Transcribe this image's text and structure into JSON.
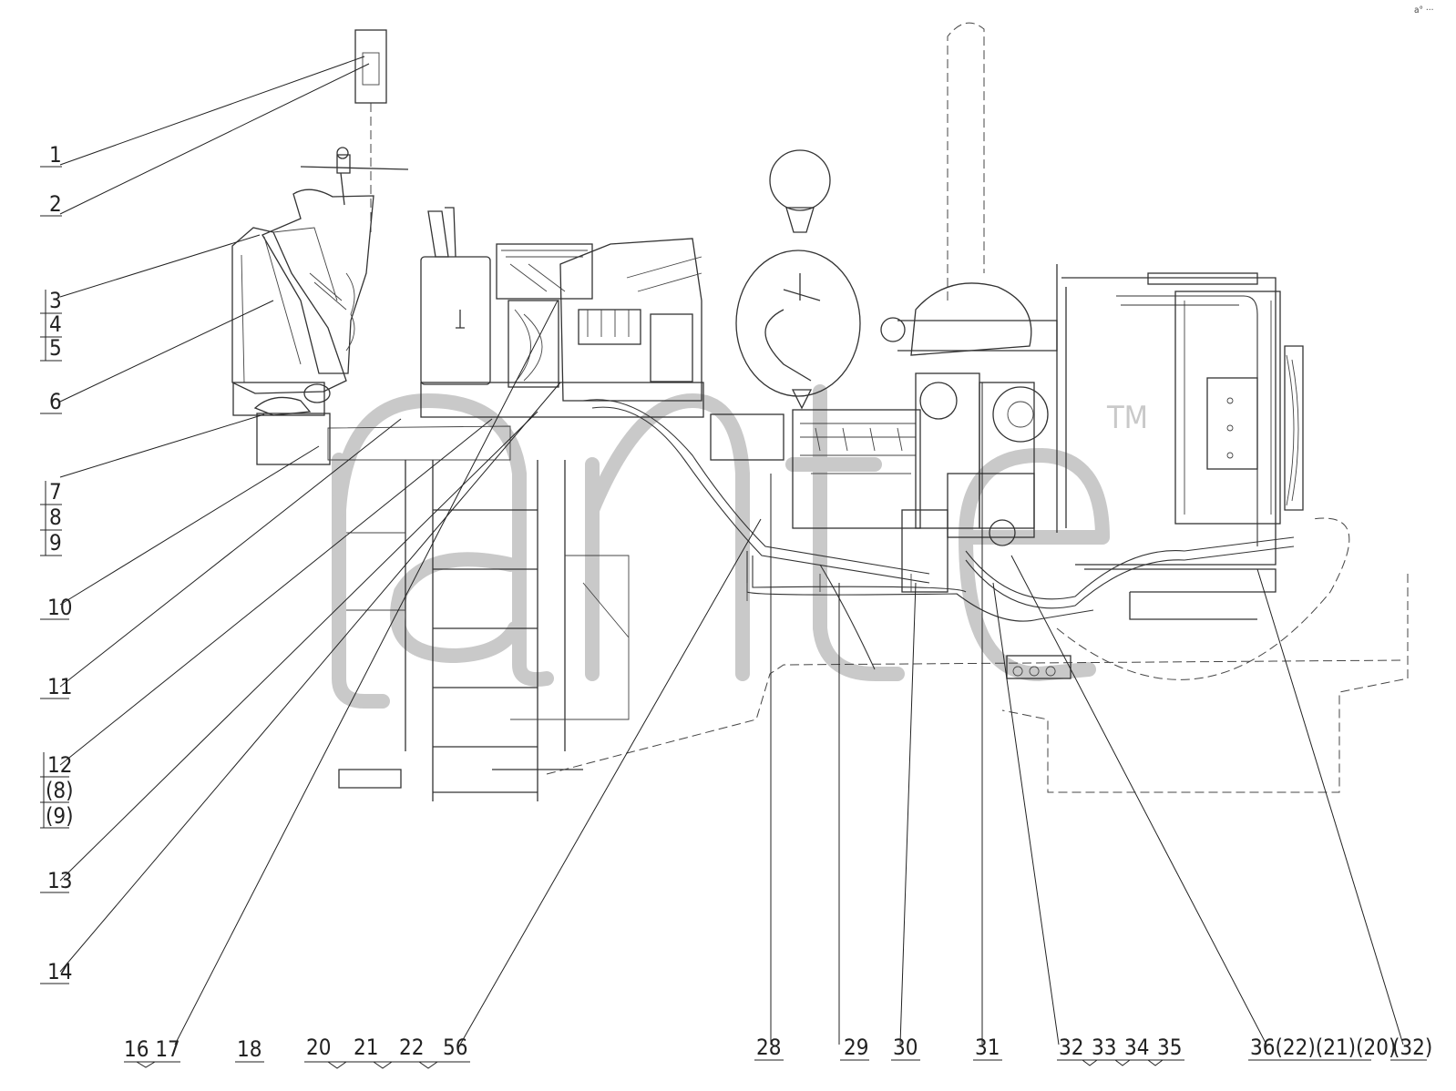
{
  "callouts": {
    "c1": "1",
    "c2": "2",
    "c3": "3",
    "c4": "4",
    "c5": "5",
    "c6": "6",
    "c7": "7",
    "c8": "8",
    "c9": "9",
    "c10": "10",
    "c11": "11",
    "c12": "12",
    "c12a": "(8)",
    "c12b": "(9)",
    "c13": "13",
    "c14": "14",
    "b16": "16 17",
    "b18": "18",
    "b20": "20",
    "b21": "21",
    "b22": "22",
    "b56": "56",
    "b28": "28",
    "b29": "29",
    "b30": "30",
    "b31": "31",
    "b32": "32",
    "b33": "33",
    "b34": "34",
    "b35": "35",
    "b36": "36(22)(21)(20)",
    "b32r": "(32)"
  },
  "watermark": {
    "text": "ante",
    "mark": "TM"
  },
  "corner_mark": "a° ···"
}
